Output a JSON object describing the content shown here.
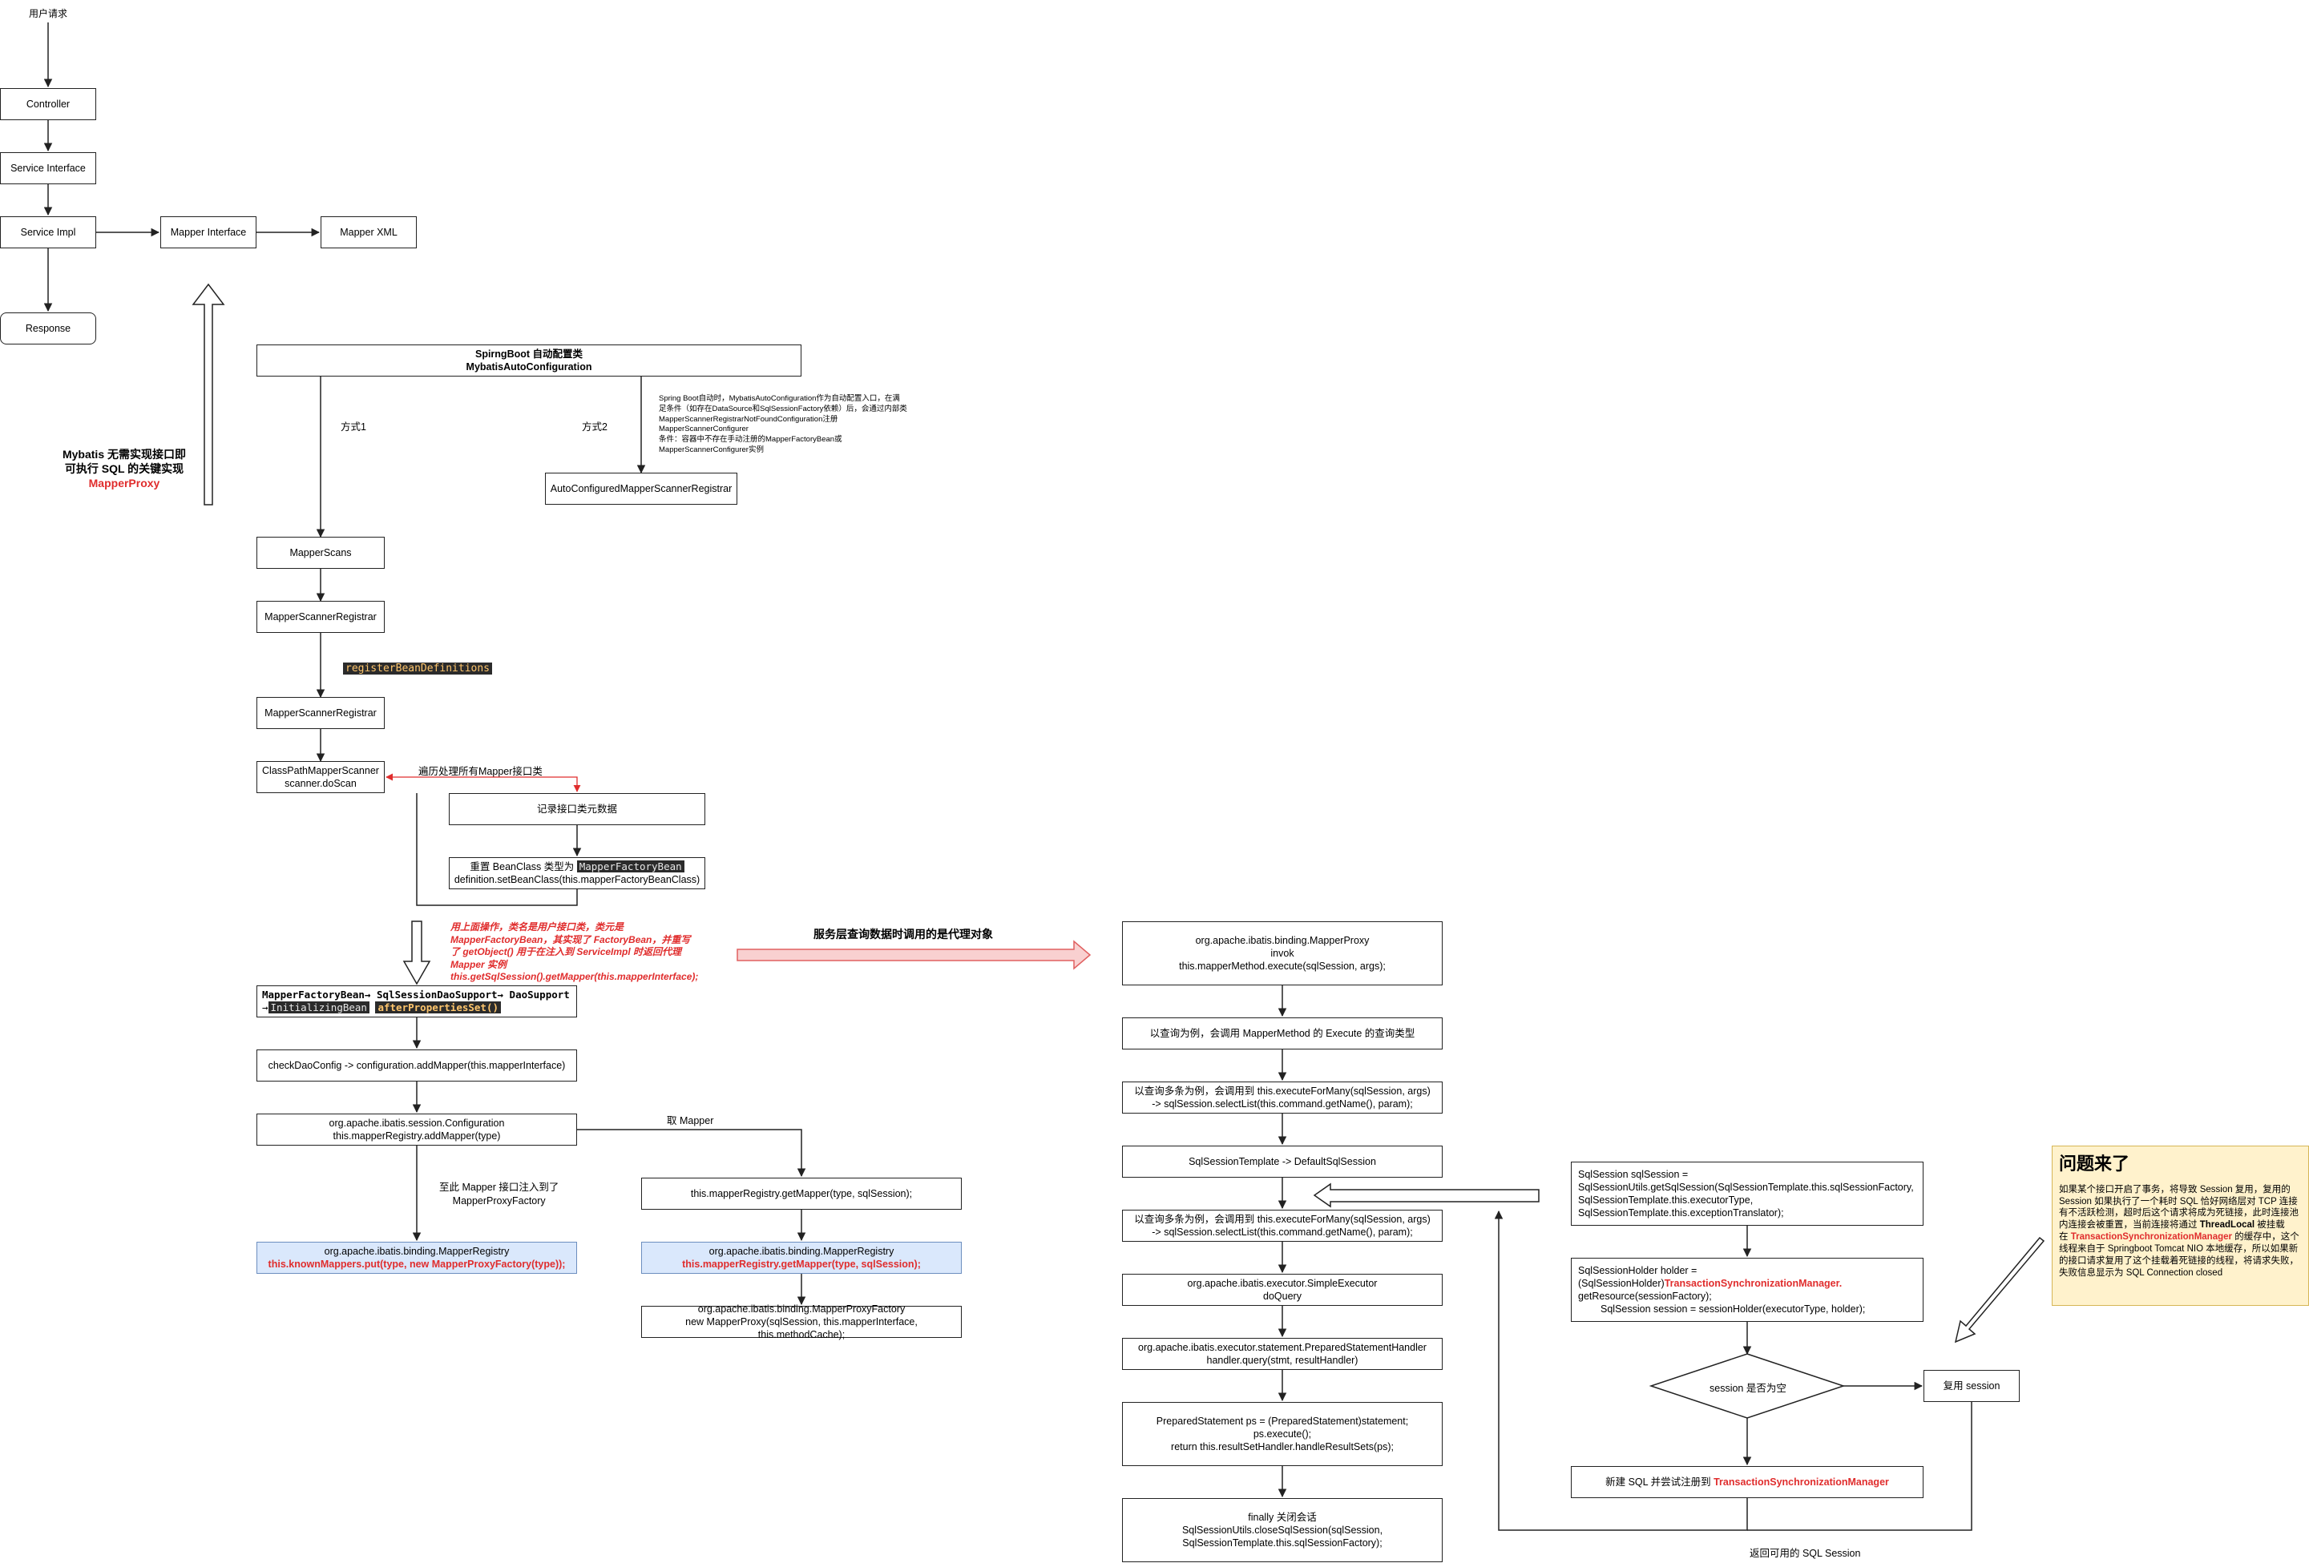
{
  "top": {
    "user_request": "用户请求",
    "controller": "Controller",
    "service_interface": "Service Interface",
    "service_impl": "Service Impl",
    "mapper_interface": "Mapper Interface",
    "mapper_xml": "Mapper XML",
    "response": "Response"
  },
  "key_note": {
    "line1": "Mybatis 无需实现接口即",
    "line2": "可执行 SQL 的关键实现",
    "line3": "MapperProxy"
  },
  "autoconfig": {
    "title1": "SpirngBoot 自动配置类",
    "title2": "MybatisAutoConfiguration",
    "way1": "方式1",
    "way2": "方式2",
    "desc1": "Spring Boot自动时，MybatisAutoConfiguration作为自动配置入口，在满",
    "desc2": "足条件（如存在DataSource和SqlSessionFactory依赖）后，会通过内部类",
    "desc3": "MapperScannerRegistrarNotFoundConfiguration注册",
    "desc4": "MapperScannerConfigurer",
    "desc5": "条件：容器中不存在手动注册的MapperFactoryBean或",
    "desc6": "MapperScannerConfigurer实例",
    "auto_registrar": "AutoConfiguredMapperScannerRegistrar"
  },
  "scan": {
    "mapper_scans": "MapperScans",
    "registrar1": "MapperScannerRegistrar",
    "register_bean_defs": "registerBeanDefinitions",
    "registrar2": "MapperScannerRegistrar",
    "classpath1": "ClassPathMapperScanner",
    "classpath2": "scanner.doScan",
    "loop_label": "遍历处理所有Mapper接口类",
    "record_meta": "记录接口类元数据",
    "reset_prefix": "重置 BeanClass 类型为",
    "reset_hl": "MapperFactoryBean",
    "reset_line2": "definition.setBeanClass(this.mapperFactoryBeanClass)"
  },
  "proxy_note": {
    "line1": "用上面操作，类名是用户接口类，类元是",
    "line2": "MapperFactoryBean，其实现了 FactoryBean，并重写",
    "line3": "了 getObject() 用于在注入到 ServiceImpl 时返回代理",
    "line4": "Mapper 实例",
    "line5": "this.getSqlSession().getMapper(this.mapperInterface);"
  },
  "service_proxy_label": "服务层查询数据时调用的是代理对象",
  "factory": {
    "line1": "MapperFactoryBean→ SqlSessionDaoSupport→ DaoSupport",
    "line2_prefix": "→",
    "line2_hl": "InitializingBean",
    "line2_method": "afterPropertiesSet()",
    "check_dao": "checkDaoConfig -> configuration.addMapper(this.mapperInterface)",
    "config1": "org.apache.ibatis.session.Configuration",
    "config2": "this.mapperRegistry.addMapper(type)",
    "fetch_mapper": "取 Mapper",
    "injected1": "至此 Mapper 接口注入到了",
    "injected2": "MapperProxyFactory",
    "registry_left1": "org.apache.ibatis.binding.MapperRegistry",
    "registry_left2": "this.knownMappers.put(type, new MapperProxyFactory(type));",
    "get_mapper": "this.mapperRegistry.getMapper(type, sqlSession);",
    "registry_right1": "org.apache.ibatis.binding.MapperRegistry",
    "registry_right2": "this.mapperRegistry.getMapper(type, sqlSession);",
    "proxy_factory1": "org.apache.ibatis.binding.MapperProxyFactory",
    "proxy_factory2": "new MapperProxy(sqlSession, this.mapperInterface, this.methodCache);"
  },
  "exec": {
    "proxy1": "org.apache.ibatis.binding.MapperProxy",
    "proxy2": "invok",
    "proxy3": "this.mapperMethod.execute(sqlSession, args);",
    "query_example": "以查询为例，会调用 MapperMethod 的 Execute 的查询类型",
    "many1_a": "以查询多条为例，会调用到 this.executeForMany(sqlSession, args)",
    "many1_b": "-> sqlSession.selectList(this.command.getName(), param);",
    "template": "SqlSessionTemplate -> DefaultSqlSession",
    "many2_a": "以查询多条为例，会调用到 this.executeForMany(sqlSession, args)",
    "many2_b": "-> sqlSession.selectList(this.command.getName(), param);",
    "simple1": "org.apache.ibatis.executor.SimpleExecutor",
    "simple2": "doQuery",
    "prepared1": "org.apache.ibatis.executor.statement.PreparedStatementHandler",
    "prepared2": "handler.query(stmt, resultHandler)",
    "ps1": "PreparedStatement ps = (PreparedStatement)statement;",
    "ps2": "ps.execute();",
    "ps3": "return this.resultSetHandler.handleResultSets(ps);",
    "finally1": "finally 关闭会话",
    "finally2": "SqlSessionUtils.closeSqlSession(sqlSession,",
    "finally3": "SqlSessionTemplate.this.sqlSessionFactory);"
  },
  "session": {
    "get1": "SqlSession sqlSession =",
    "get2": "SqlSessionUtils.getSqlSession(SqlSessionTemplate.this.sqlSessionFactory,",
    "get3": "SqlSessionTemplate.this.executorType,",
    "get4": "SqlSessionTemplate.this.exceptionTranslator);",
    "holder1": "SqlSessionHolder holder =",
    "holder2_prefix": "(SqlSessionHolder)",
    "holder2_red": "TransactionSynchronizationManager.",
    "holder3": "getResource(sessionFactory);",
    "holder4": "SqlSession session = sessionHolder(executorType, holder);",
    "decision": "session 是否为空",
    "reuse": "复用 session",
    "new_prefix": "新建 SQL 并尝试注册到",
    "new_red": "TransactionSynchronizationManager",
    "return_label": "返回可用的 SQL Session"
  },
  "problem": {
    "title": "问题来了",
    "l1": "如果某个接口开启了事务，将导致 Session 复用，复用的",
    "l2": "Session 如果执行了一个耗时 SQL 恰好网络层对 TCP 连接",
    "l3": "有不活跃检测，超时后这个请求将成为死链接，此时连接池",
    "l4": "内连接会被重置，当前连接将通过",
    "l4b": "ThreadLocal",
    "l4c": "被挂载",
    "l5a": "在",
    "l5b": "TransactionSynchronizationManager",
    "l5c": "的缓存中，这个",
    "l6": "线程来自于 Springboot Tomcat NIO 本地缓存，所以如果新",
    "l7": "的接口请求复用了这个挂载着死链接的线程，将请求失败，",
    "l8": "失败信息显示为 SQL Connection closed"
  }
}
